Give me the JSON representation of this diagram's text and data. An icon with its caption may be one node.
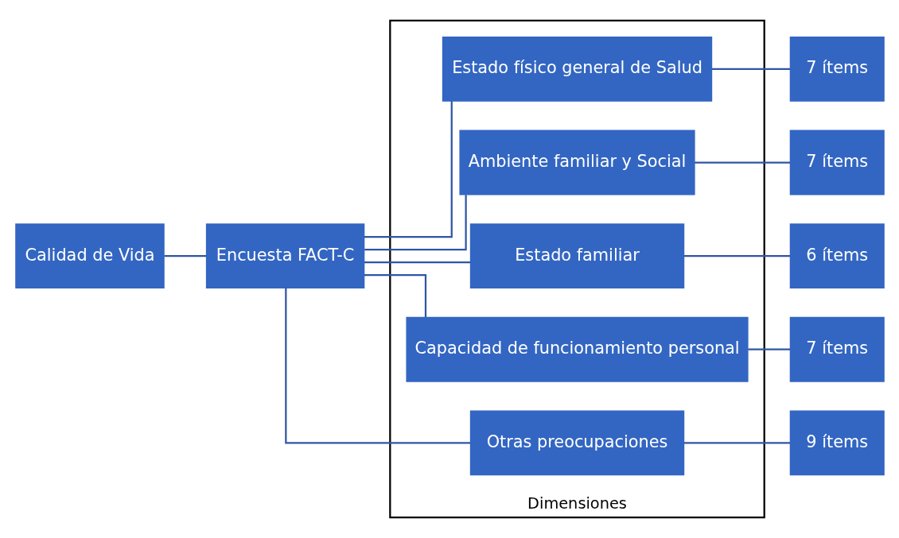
{
  "diagram": {
    "nodes": [
      {
        "text": [
          "Calidad de Vida"
        ]
      },
      {
        "text": [
          "Encuesta FACT-C"
        ]
      },
      {
        "text": [
          "Dimensiones"
        ]
      },
      {
        "text": [
          "Estado físico general de Salud"
        ],
        "in": 2
      },
      {
        "text": [
          "Ambiente familiar y Social"
        ],
        "in": 2
      },
      {
        "text": [
          "Estado familiar"
        ],
        "in": 2
      },
      {
        "text": [
          "Capacidad de funcionamiento personal"
        ],
        "in": 2
      },
      {
        "text": [
          "Otras preocupaciones"
        ],
        "in": 2
      },
      {
        "text": [
          "7 ítems"
        ]
      },
      {
        "text": [
          "7 ítems"
        ]
      },
      {
        "text": [
          "6 ítems"
        ]
      },
      {
        "text": [
          "7 ítems"
        ]
      },
      {
        "text": [
          "9 ítems"
        ]
      }
    ],
    "edges": [
      {
        "from": 0,
        "to": 1,
        "arrow": "none"
      },
      {
        "from": 1,
        "to": 3,
        "arrow": "none"
      },
      {
        "from": 1,
        "to": 4,
        "arrow": "none"
      },
      {
        "from": 1,
        "to": 5,
        "arrow": "none"
      },
      {
        "from": 1,
        "to": 6,
        "arrow": "none"
      },
      {
        "from": 1,
        "to": 7,
        "arrow": "none"
      },
      {
        "from": 3,
        "to": 8,
        "arrow": "none"
      },
      {
        "from": 4,
        "to": 9,
        "arrow": "none"
      },
      {
        "from": 5,
        "to": 10,
        "arrow": "none"
      },
      {
        "from": 6,
        "to": 11,
        "arrow": "none"
      },
      {
        "from": 7,
        "to": 12,
        "arrow": "none"
      }
    ]
  }
}
